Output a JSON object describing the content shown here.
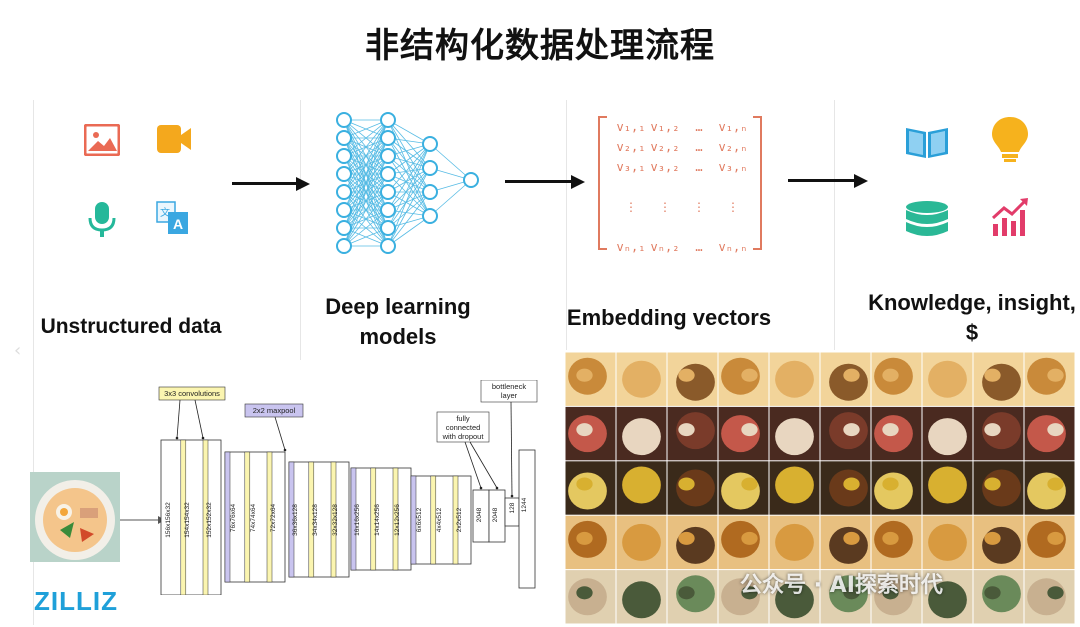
{
  "title": "非结构化数据处理流程",
  "stages": {
    "unstructured": {
      "label": "Unstructured data"
    },
    "deep": {
      "label_line1": "Deep learning",
      "label_line2": "models"
    },
    "embedding": {
      "label": "Embedding vectors"
    },
    "knowledge": {
      "label_line1": "Knowledge, insight,",
      "label_line2": "$"
    }
  },
  "icons": {
    "stage1": [
      "image-icon",
      "video-icon",
      "microphone-icon",
      "translate-icon"
    ],
    "stage4": [
      "book-icon",
      "lightbulb-icon",
      "database-icon",
      "chart-icon"
    ]
  },
  "matrix": {
    "rows": [
      [
        "v₁,₁",
        "v₁,₂",
        "…",
        "v₁,ₙ"
      ],
      [
        "v₂,₁",
        "v₂,₂",
        "…",
        "v₂,ₙ"
      ],
      [
        "v₃,₁",
        "v₃,₂",
        "…",
        "v₃,ₙ"
      ],
      [
        "",
        "",
        "",
        ""
      ],
      [
        "⋮",
        "⋮",
        "⋮",
        "⋮"
      ],
      [
        "",
        "",
        "",
        ""
      ],
      [
        "vₙ,₁",
        "vₙ,₂",
        "…",
        "vₙ,ₙ"
      ]
    ]
  },
  "cnn": {
    "callouts": {
      "conv": "3x3 convolutions",
      "pool": "2x2 maxpool",
      "fc_line1": "fully",
      "fc_line2": "connected",
      "fc_line3": "with dropout",
      "bn_line1": "bottleneck",
      "bn_line2": "layer"
    },
    "layers": [
      "156x156x32",
      "154x154x32",
      "152x152x32",
      "76x76x64",
      "74x74x64",
      "72x72x64",
      "36x36x128",
      "34x34x128",
      "32x32x128",
      "16x16x256",
      "14x14x256",
      "12x12x256",
      "6x6x512",
      "4x4x512",
      "2x2x512",
      "2048",
      "2048",
      "128",
      "1244"
    ]
  },
  "logo": "ZILLIZ",
  "watermark": "公众号 · AI探索时代",
  "colors": {
    "accent": "#e07a5f",
    "logo": "#1fa0d9",
    "neuron": "#3ab0e0"
  }
}
